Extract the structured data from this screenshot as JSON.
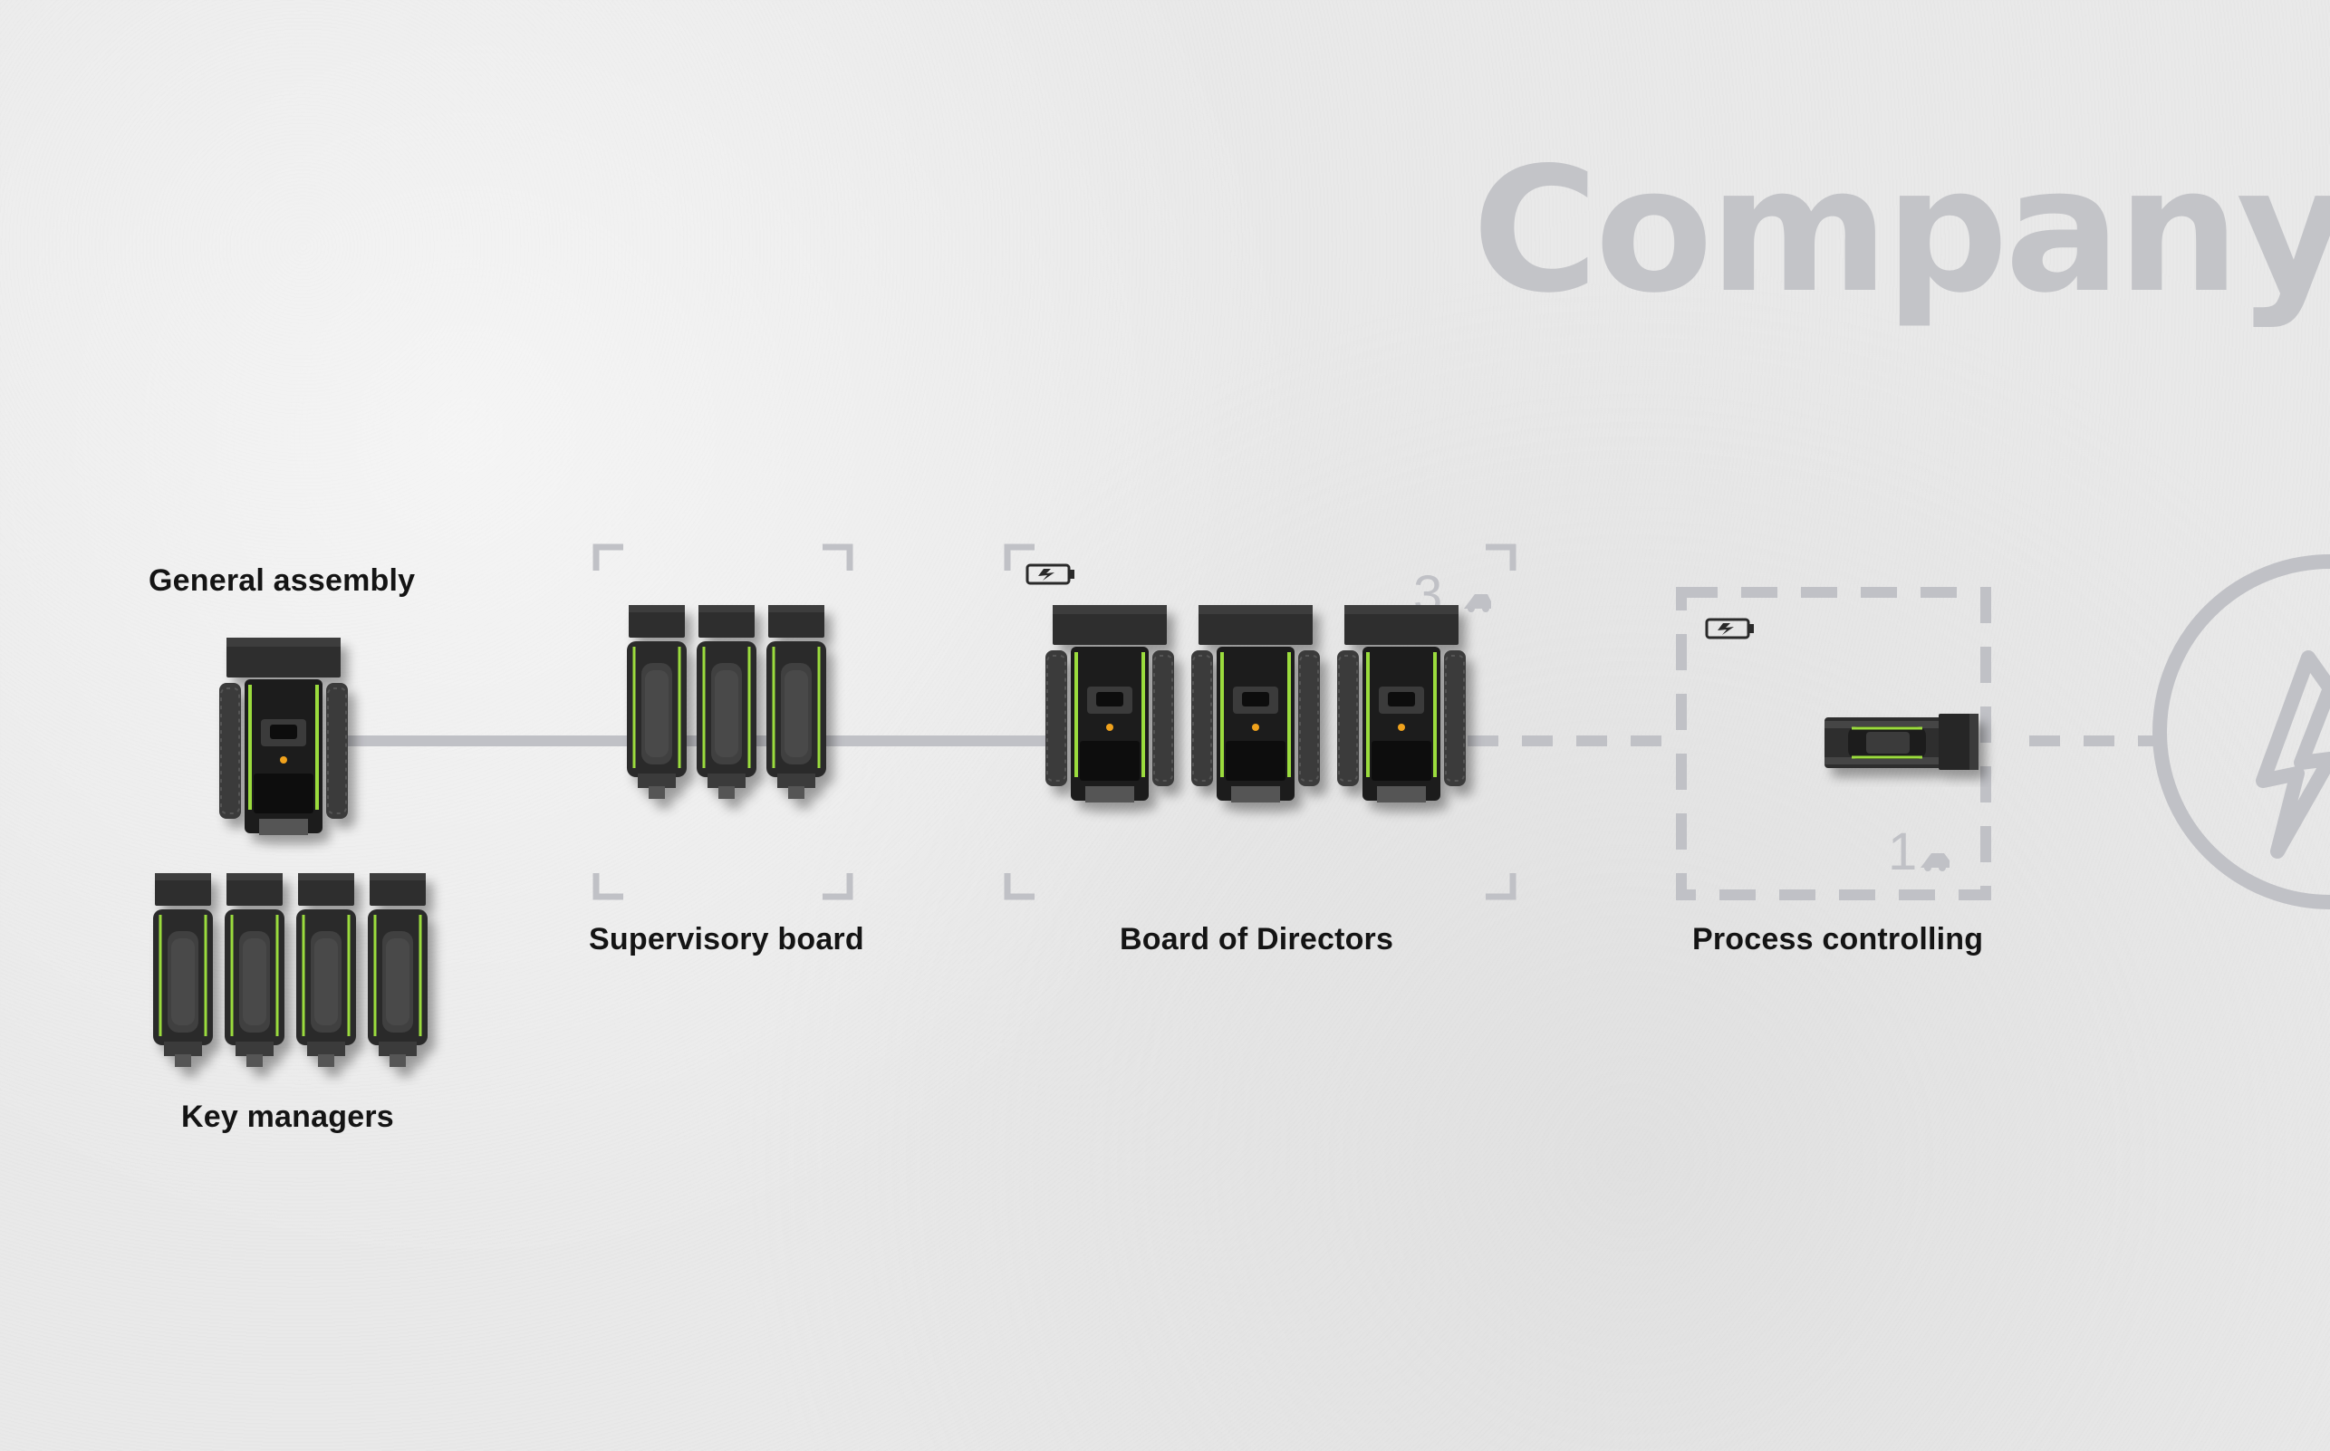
{
  "title": "Company",
  "labels": {
    "general_assembly": "General assembly",
    "key_managers": "Key managers",
    "supervisory_board": "Supervisory board",
    "board_of_directors": "Board of Directors",
    "process_controlling": "Process controlling"
  },
  "zone_counts": {
    "board_of_directors": "3",
    "process_controlling": "1"
  },
  "icons": {
    "battery": "battery-charging-icon",
    "machine": "mini-loader-icon",
    "power": "lightning-bolt-icon"
  },
  "colors": {
    "background": "#e9e9e9",
    "title": "#c3c4c8",
    "connector": "#c0c1c6",
    "accent": "#9bdc3c",
    "machine_body": "#2a2a2a"
  }
}
